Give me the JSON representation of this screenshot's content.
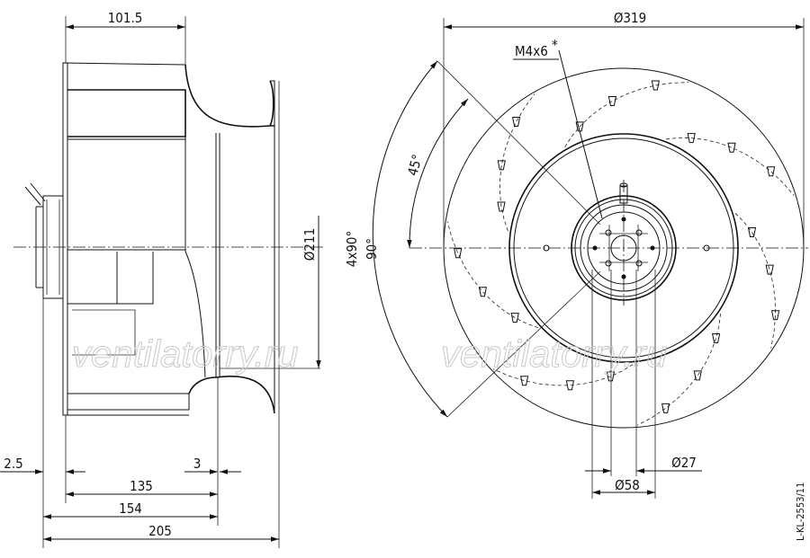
{
  "drawing_code": "L-KL-2553/11",
  "watermark": "ventilatorry.ru",
  "side_view": {
    "dim_top": "101.5",
    "dim_diameter": "Ø211",
    "dim_left": "2.5",
    "dim_right": "3",
    "dim_bottom_1": "135",
    "dim_bottom_2": "154",
    "dim_bottom_3": "205"
  },
  "front_view": {
    "dim_outer": "Ø319",
    "thread": "M4x6",
    "thread_mark": "*",
    "angle_small": "45°",
    "angle_1": "4x90°",
    "angle_2": "90°",
    "dim_hub": "Ø58",
    "dim_bore": "Ø27"
  }
}
